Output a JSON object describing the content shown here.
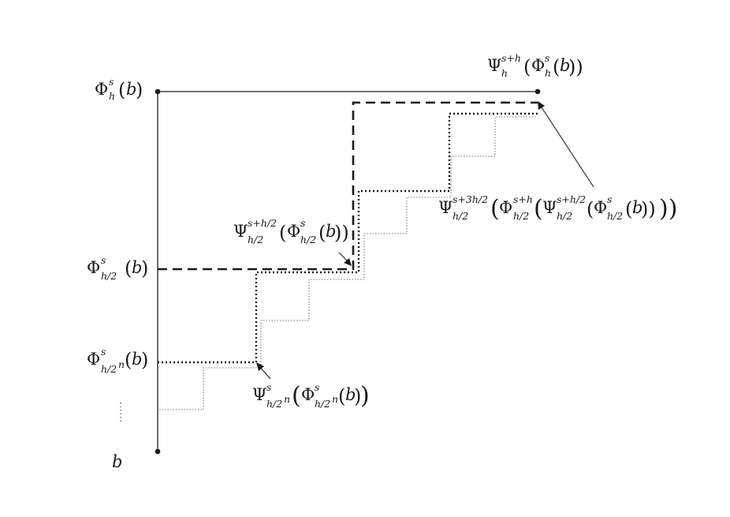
{
  "diagram": {
    "labels": {
      "phi_h": {
        "base": "Φ",
        "sup": "s",
        "sub": "h",
        "arg": "b"
      },
      "phi_h2": {
        "base": "Φ",
        "sup": "s",
        "sub": "h/2",
        "arg": "b"
      },
      "phi_h2n": {
        "base": "Φ",
        "sup": "s",
        "sub": "h/2",
        "subsup": "n",
        "arg": "b"
      },
      "b": "b",
      "vertical_dots": "⋮",
      "psi_top": {
        "base": "Ψ",
        "sup": "s+h",
        "sub": "h",
        "inner_base": "Φ",
        "inner_sup": "s",
        "inner_sub": "h",
        "arg": "b"
      },
      "psi_mid": {
        "base": "Ψ",
        "sup": "s+h/2",
        "sub": "h/2",
        "inner_base": "Φ",
        "inner_sup": "s",
        "inner_sub": "h/2",
        "arg": "b"
      },
      "psi_low": {
        "base": "Ψ",
        "sup": "s",
        "sub": "h/2",
        "subsup": "n",
        "inner_base": "Φ",
        "inner_sup": "s",
        "inner_sub": "h/2",
        "inner_subsup": "n",
        "arg": "b"
      },
      "psi_big": {
        "base": "Ψ",
        "sup": "s+3h/2",
        "sub": "h/2",
        "l2_base": "Φ",
        "l2_sup": "s+h",
        "l2_sub": "h/2",
        "l3_base": "Ψ",
        "l3_sup": "s+h/2",
        "l3_sub": "h/2",
        "l4_base": "Φ",
        "l4_sup": "s",
        "l4_sub": "h/2",
        "arg": "b"
      }
    },
    "line_styles": {
      "solid": "#1a1a1a",
      "dashed": "#1a1a1a",
      "dotted_heavy": "#1a1a1a",
      "dotted_light": "#777777"
    }
  }
}
